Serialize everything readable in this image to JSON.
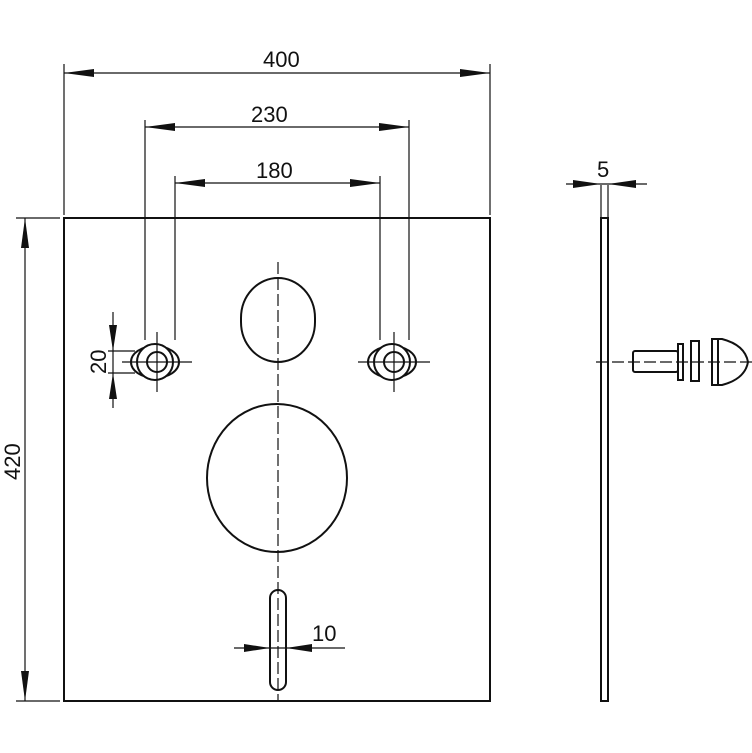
{
  "dimensions": {
    "width": "400",
    "height": "420",
    "bolt_spacing_outer": "230",
    "bolt_spacing_inner": "180",
    "bolt_slot": "20",
    "slot_width": "10",
    "thickness": "5"
  }
}
